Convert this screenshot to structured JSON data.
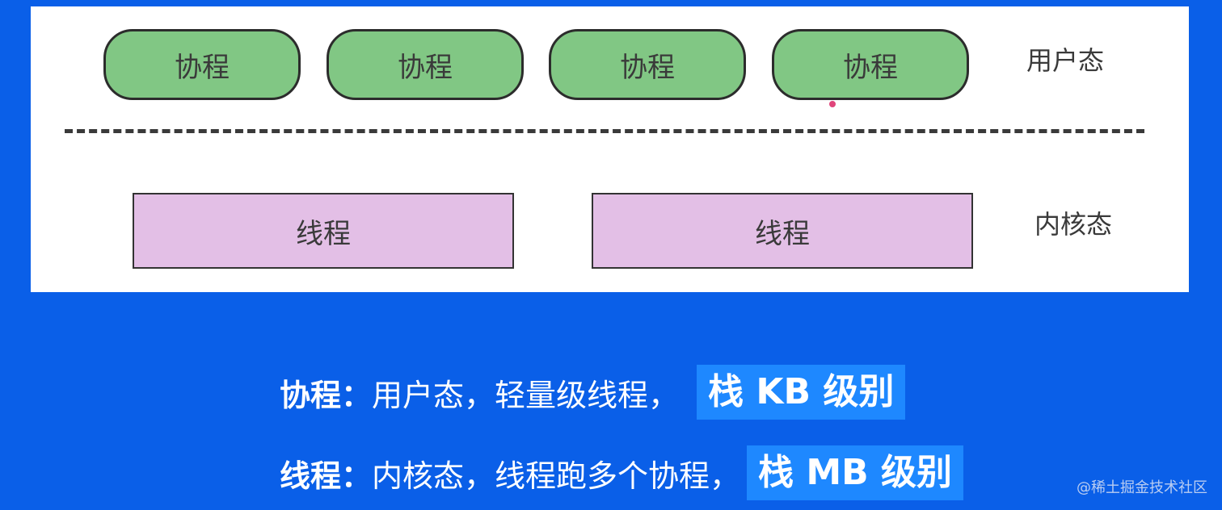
{
  "diagram": {
    "coroutines": [
      "协程",
      "协程",
      "协程",
      "协程"
    ],
    "threads": [
      "线程",
      "线程"
    ],
    "user_mode_label": "用户态",
    "kernel_mode_label": "内核态"
  },
  "captions": {
    "line1": {
      "term": "协程",
      "colon": "：",
      "desc": "用户态，轻量级线程，",
      "highlight": "栈 KB 级别"
    },
    "line2": {
      "term": "线程",
      "colon": "：",
      "desc": "内核态，线程跑多个协程，",
      "highlight": "栈 MB 级别"
    }
  },
  "watermark": "@稀土掘金技术社区",
  "colors": {
    "background": "#0a5fe8",
    "coroutine_fill": "#81c784",
    "thread_fill": "#e3bfe6",
    "highlight": "#1e88ff"
  }
}
